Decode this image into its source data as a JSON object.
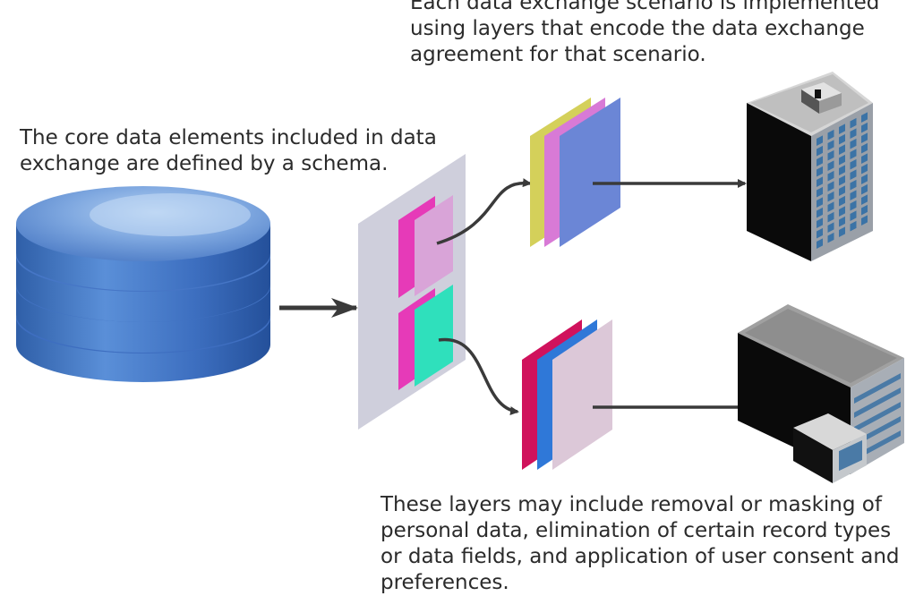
{
  "captions": {
    "top": "Each data exchange scenario is implemented\nusing layers that encode the data exchange\nagreement for that scenario.",
    "left": "The core data elements included in data\nexchange are defined by a schema.",
    "bottom": "These layers may include removal or masking of\npersonal data, elimination of certain record types\nor data fields, and application of user consent and\npreferences."
  },
  "icons": {
    "database": "database-icon",
    "office_tower": "office-tower-icon",
    "office_building": "office-building-icon"
  },
  "colors": {
    "database_blue": "#4a78c8",
    "schema_panel": "#cfcfdc",
    "layer_magenta": "#e63ab8",
    "layer_lilac": "#d9a4d8",
    "layer_teal": "#2fe0bc",
    "layer_yellow": "#d4d05a",
    "layer_pink": "#d87ad6",
    "layer_blue": "#6b86d6",
    "layer_crimson": "#d0125c",
    "layer_bright_blue": "#2f78d8",
    "layer_pale_pink": "#dcc8d8",
    "arrow": "#3a3a3a"
  }
}
